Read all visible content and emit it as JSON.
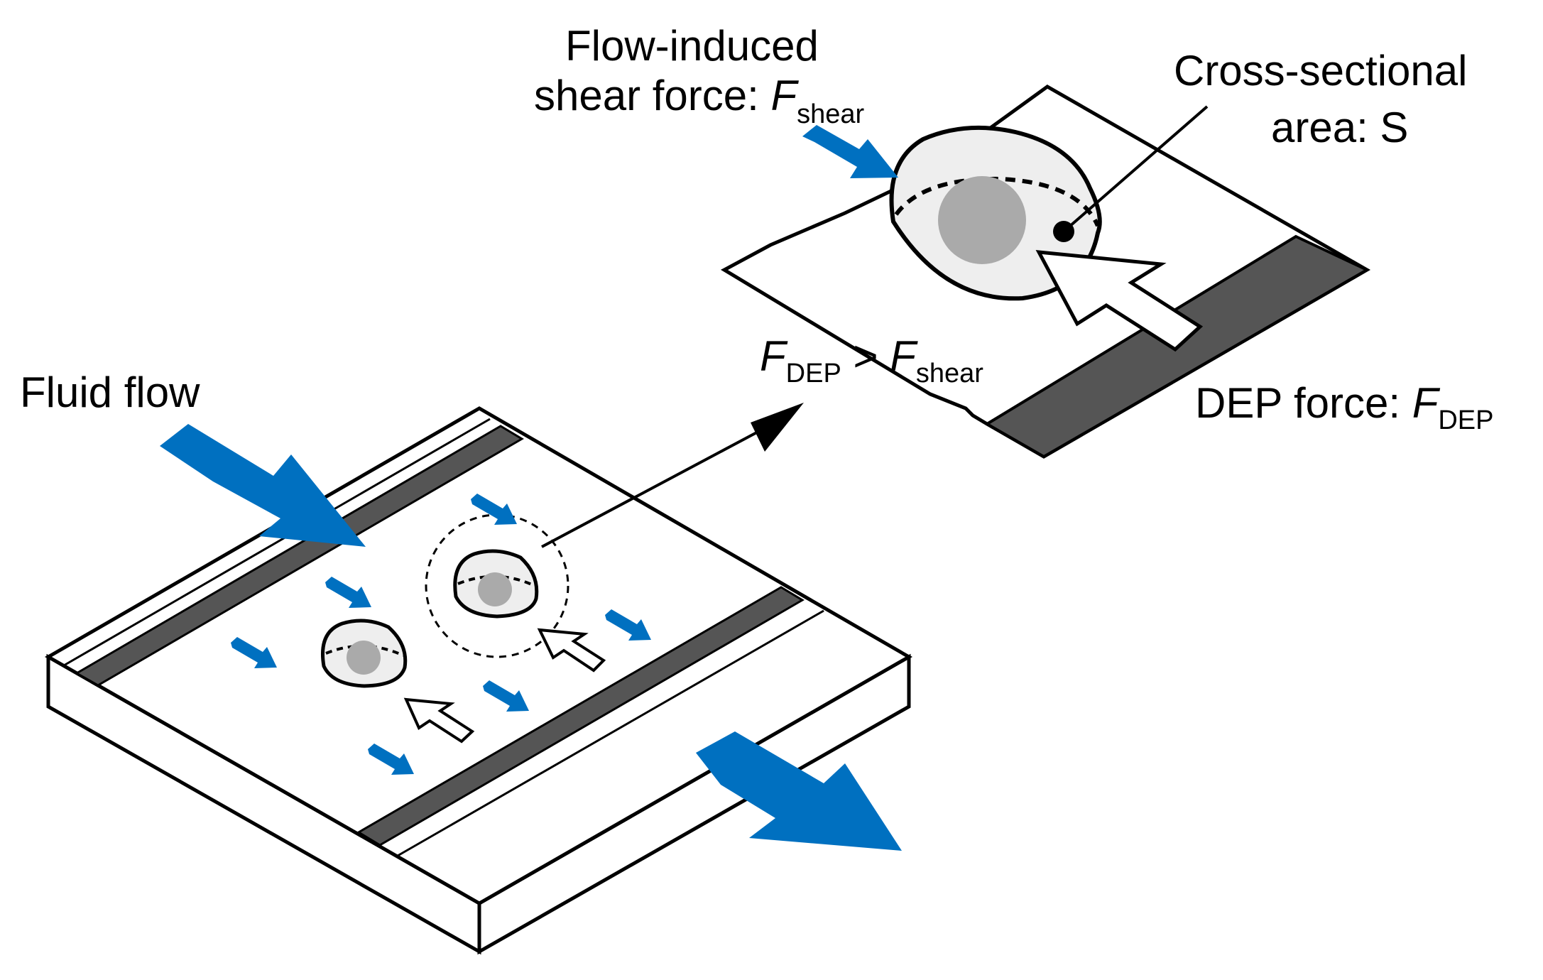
{
  "labels": {
    "fluid_flow": "Fluid flow",
    "shear_line1": "Flow-induced",
    "shear_line2": "shear force: ",
    "shear_symbol": "F",
    "shear_subscript": "shear",
    "cross_line1": "Cross-sectional",
    "cross_line2": "area: S",
    "dep_prefix": "DEP force: ",
    "dep_symbol": "F",
    "dep_subscript": "DEP",
    "cond_symbol1": "F",
    "cond_subscript1": "DEP",
    "cond_operator": " > ",
    "cond_symbol2": "F",
    "cond_subscript2": "shear"
  },
  "colors": {
    "flow_arrow": "#0070c0",
    "electrode": "#555555",
    "cell_body": "#eeeeee",
    "cell_nucleus": "#aaaaaa",
    "outline": "#000000"
  }
}
